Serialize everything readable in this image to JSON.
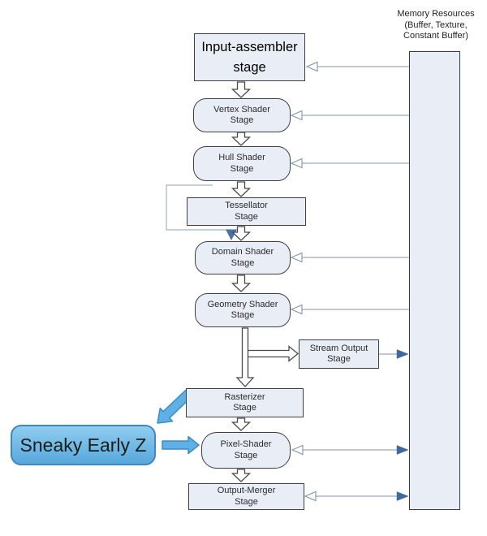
{
  "memory": {
    "label_lines": [
      "Memory Resources",
      "(Buffer, Texture,",
      "Constant Buffer)"
    ]
  },
  "stages": [
    {
      "name": "input-assembler-stage",
      "line1": "Input-assembler",
      "line2": "stage"
    },
    {
      "name": "vertex-shader-stage",
      "line1": "Vertex Shader",
      "line2": "Stage"
    },
    {
      "name": "hull-shader-stage",
      "line1": "Hull Shader",
      "line2": "Stage"
    },
    {
      "name": "tessellator-stage",
      "line1": "Tessellator",
      "line2": "Stage"
    },
    {
      "name": "domain-shader-stage",
      "line1": "Domain Shader",
      "line2": "Stage"
    },
    {
      "name": "geometry-shader-stage",
      "line1": "Geometry Shader",
      "line2": "Stage"
    },
    {
      "name": "stream-output-stage",
      "line1": "Stream Output",
      "line2": "Stage"
    },
    {
      "name": "rasterizer-stage",
      "line1": "Rasterizer",
      "line2": "Stage"
    },
    {
      "name": "pixel-shader-stage",
      "line1": "Pixel-Shader",
      "line2": "Stage"
    },
    {
      "name": "output-merger-stage",
      "line1": "Output-Merger",
      "line2": "Stage"
    }
  ],
  "annotation": {
    "label": "Sneaky Early Z"
  },
  "colors": {
    "stage_fill": "#e9eef6",
    "stage_border": "#3f3f3f",
    "connector": "#8296ad",
    "write_arrow": "#3f6aa0",
    "bypass_arrow": "#4a72a4",
    "hollow_stroke": "#4a4a4a",
    "hl_fill_top": "#8ecdf0",
    "hl_fill_bottom": "#58a8dc",
    "hl_border": "#4089c0",
    "hl_arrow_fill": "#5fb0e5",
    "hl_arrow_stroke": "#3a8dcb"
  }
}
